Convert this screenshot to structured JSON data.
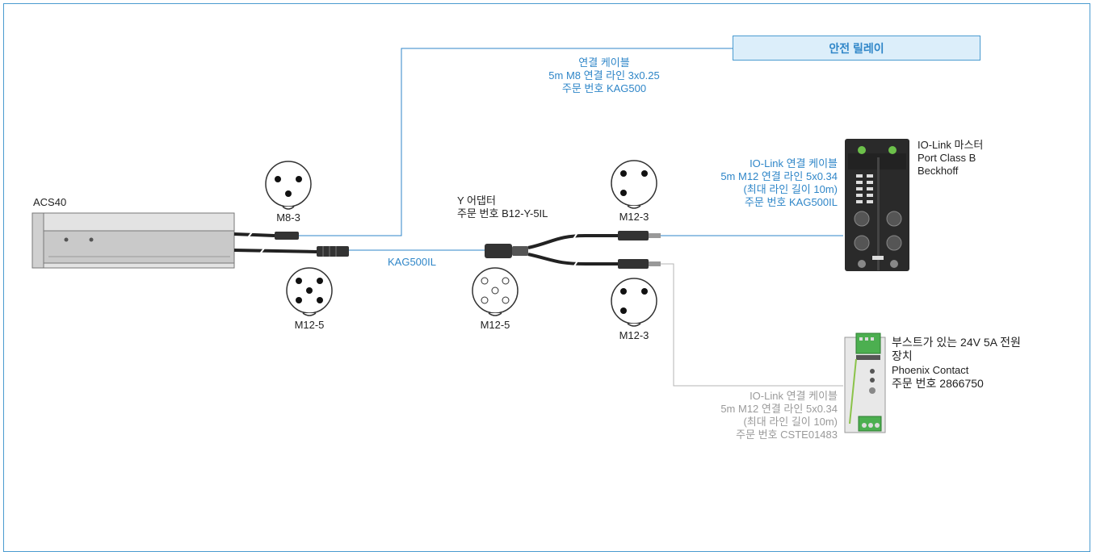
{
  "colors": {
    "accent": "#2f86c8",
    "border": "#4a9bd0",
    "gray_line": "#b5b5b5",
    "relay_fill": "#dceefa"
  },
  "relay": {
    "label": "안전 릴레이"
  },
  "cable_top": {
    "line1": "연결 케이블",
    "line2": "5m M8 연결 라인 3x0.25",
    "line3": "주문 번호 KAG500"
  },
  "actuator": {
    "label": "ACS40"
  },
  "connectors": {
    "m8_3": "M8-3",
    "m12_5_left": "M12-5",
    "m12_5_mid": "M12-5",
    "m12_3_top": "M12-3",
    "m12_3_bottom": "M12-3"
  },
  "cable_kag500il": {
    "label": "KAG500IL"
  },
  "y_adapter": {
    "line1": "Y 어댑터",
    "line2": "주문 번호 B12-Y-5IL"
  },
  "iolink_cable": {
    "line1": "IO-Link 연결 케이블",
    "line2": "5m M12 연결 라인 5x0.34",
    "line3": "(최대 라인 길이 10m)",
    "line4": "주문 번호 KAG500IL"
  },
  "iolink_master": {
    "line1": "IO-Link 마스터",
    "line2": "Port Class B",
    "line3": "Beckhoff"
  },
  "power_supply": {
    "line1": "부스트가 있는 24V 5A 전원",
    "line2": "장치",
    "line3": "Phoenix Contact",
    "line4": "주문 번호 2866750"
  },
  "power_cable": {
    "line1": "IO-Link 연결 케이블",
    "line2": "5m M12 연결 라인 5x0.34",
    "line3": "(최대 라인 길이 10m)",
    "line4": "주문 번호 CSTE01483"
  }
}
